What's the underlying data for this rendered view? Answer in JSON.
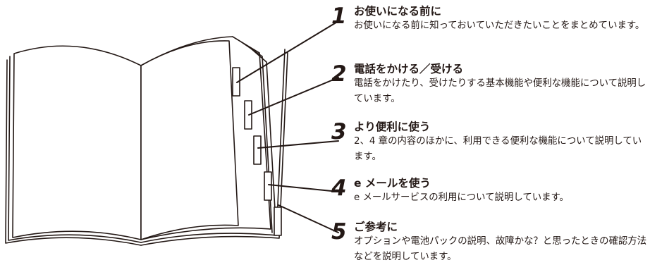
{
  "sections": [
    {
      "number": "1",
      "title": "お使いになる前に",
      "description": "お使いになる前に知っておいていただきたいことをまとめています。"
    },
    {
      "number": "2",
      "title": "電話をかける／受ける",
      "description": "電話をかけたり、受けたりする基本機能や便利な機能について説明しています。"
    },
    {
      "number": "3",
      "title": "より便利に使う",
      "description": "2、4 章の内容のほかに、利用できる便利な機能について説明しています。"
    },
    {
      "number": "4",
      "title": "e メールを使う",
      "description": "e メールサービスの利用について説明しています。"
    },
    {
      "number": "5",
      "title": "ご参考に",
      "description": "オプションや電池パックの説明、故障かな？と思ったときの確認方法などを説明しています。"
    }
  ]
}
